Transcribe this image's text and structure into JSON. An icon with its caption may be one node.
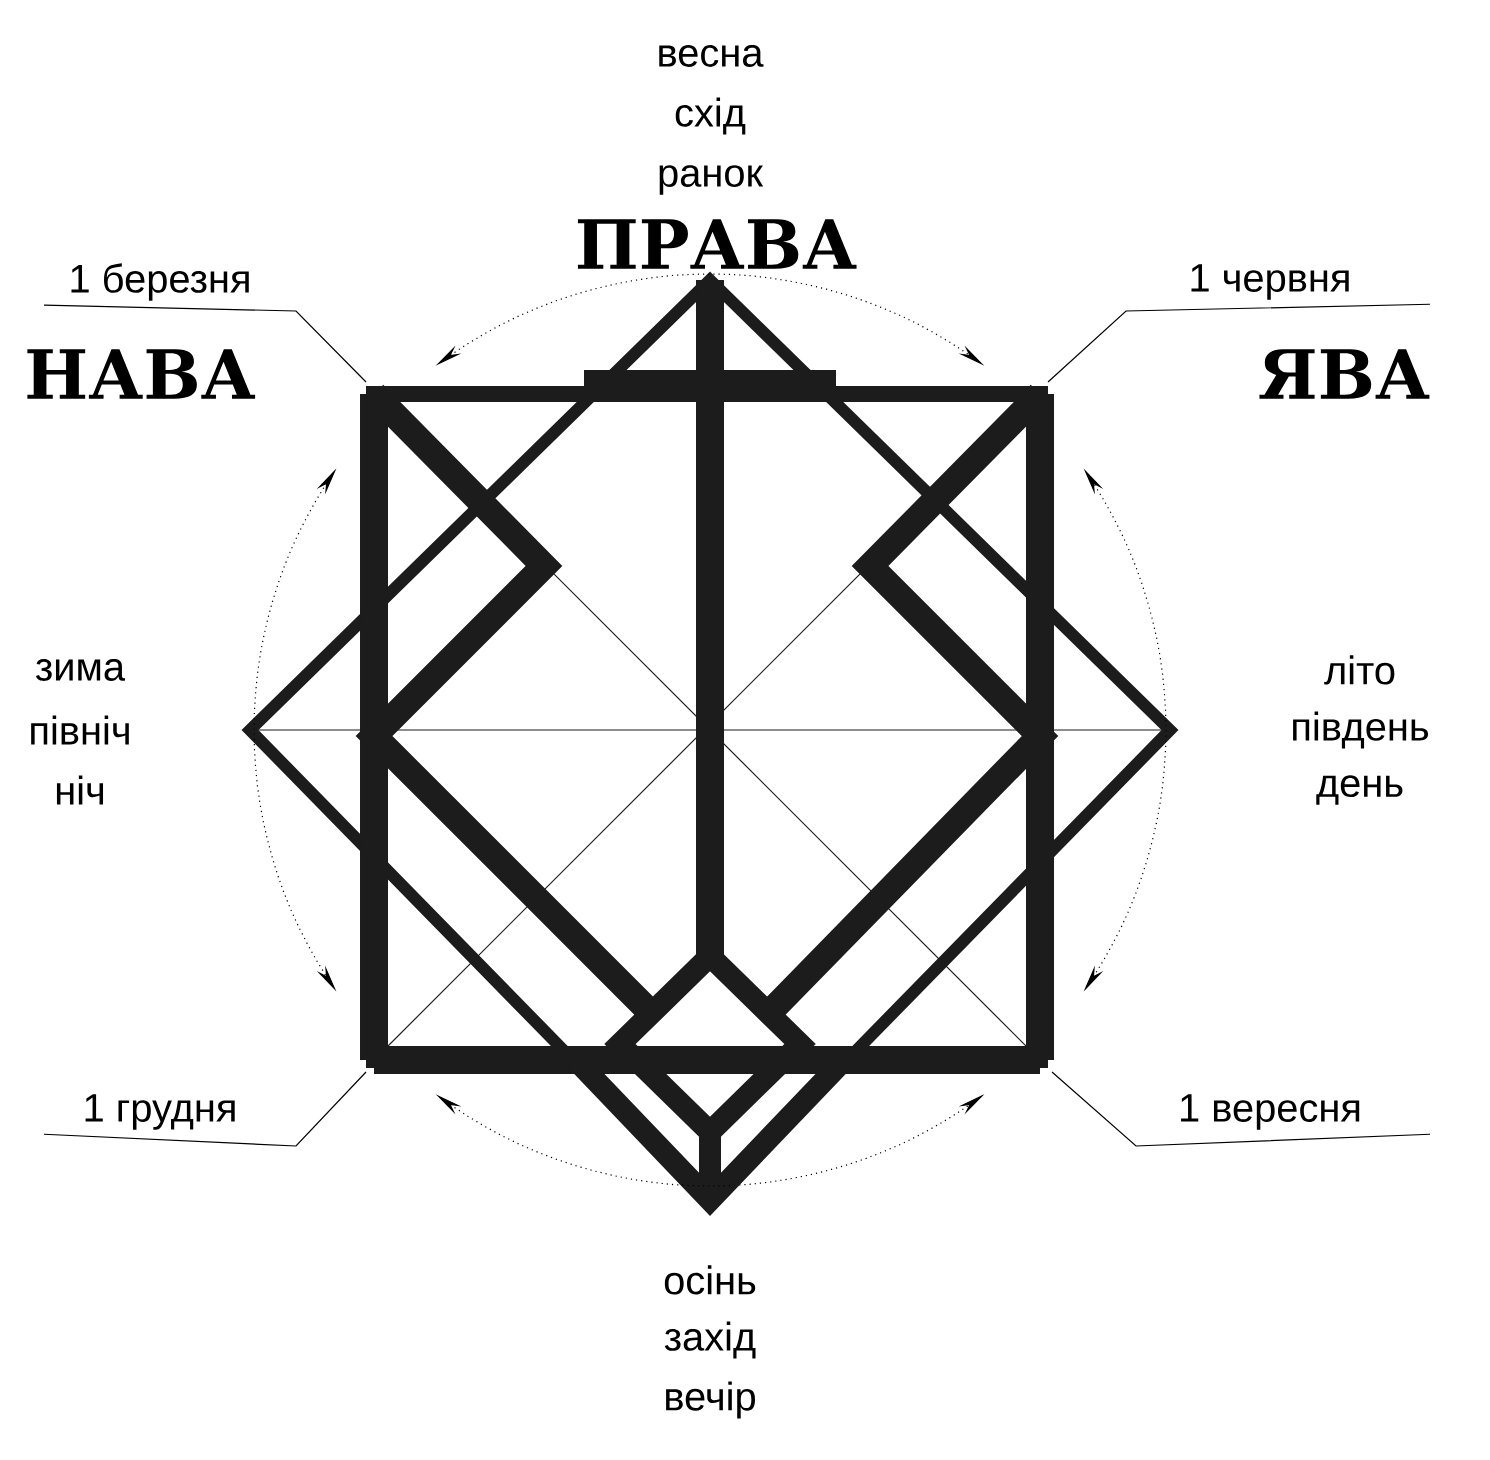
{
  "diagram": {
    "nodes": [
      {
        "text": [
          "1 березня"
        ]
      },
      {
        "text": [
          "1 червня"
        ]
      },
      {
        "text": [
          "1 грудня"
        ]
      },
      {
        "text": [
          "1 вересня"
        ]
      }
    ],
    "edges": [
      {
        "from": 0,
        "to": null,
        "arrow": "none"
      },
      {
        "from": 1,
        "to": null,
        "arrow": "none"
      },
      {
        "from": 2,
        "to": null,
        "arrow": "none"
      },
      {
        "from": 3,
        "to": null,
        "arrow": "none"
      }
    ],
    "labels": [
      "весна",
      "схід",
      "ранок",
      "ПРАВА",
      "НАВА",
      "ЯВА",
      "зима",
      "північ",
      "ніч",
      "літо",
      "південь",
      "день",
      "осінь",
      "захід",
      "вечір"
    ]
  }
}
